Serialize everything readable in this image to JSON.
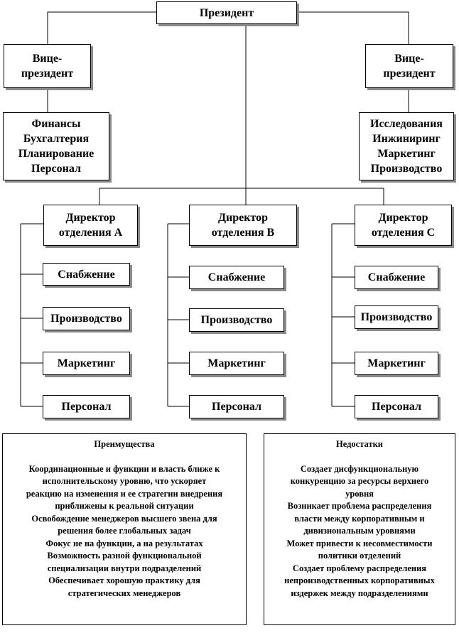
{
  "president": "Президент",
  "vice_left": [
    "Вице-",
    "президент"
  ],
  "vice_right": [
    "Вице-",
    "президент"
  ],
  "functions_left": [
    "Финансы",
    "Бухгалтерия",
    "Планирование",
    "Персонал"
  ],
  "functions_right": [
    "Исследования",
    "Инжиниринг",
    "Маркетинг",
    "Производство"
  ],
  "divisions": [
    {
      "title": [
        "Директор",
        "отделения А"
      ],
      "units": [
        "Снабжение",
        "Производство",
        "Маркетинг",
        "Персонал"
      ]
    },
    {
      "title": [
        "Директор",
        "отделения В"
      ],
      "units": [
        "Снабжение",
        "Производство",
        "Маркетинг",
        "Персонал"
      ]
    },
    {
      "title": [
        "Директор",
        "отделения С"
      ],
      "units": [
        "Снабжение",
        "Производство",
        "Маркетинг",
        "Персонал"
      ]
    }
  ],
  "advantages": {
    "title": "Преимущества",
    "lines": [
      "Координационные и функции и власть ближе к",
      "исполнительскому уровню, что ускоряет",
      "реакцию на изменения и ее стратегии внедрения",
      "приближены к реальной ситуации",
      "Освобождение менеджеров высшего звена для",
      "решения более глобальных задач",
      "Фокус не на функции, а на результатах",
      "Возможность разной функциональной",
      "специализации внутри подразделений",
      "Обеспечивает хорошую практику для",
      "стратегических менеджеров"
    ]
  },
  "disadvantages": {
    "title": "Недостатки",
    "lines": [
      "Создает дисфункциональную",
      "конкуренцию за ресурсы верхнего",
      "уровня",
      "Возникает проблема распределения",
      "власти между корпоративным и",
      "дивизиональным уровнями",
      "Может привести к несовместимости",
      "политики отделений",
      "Создает проблему распределения",
      "непроизводственных корпоративных",
      "издержек между подразделениями"
    ]
  }
}
